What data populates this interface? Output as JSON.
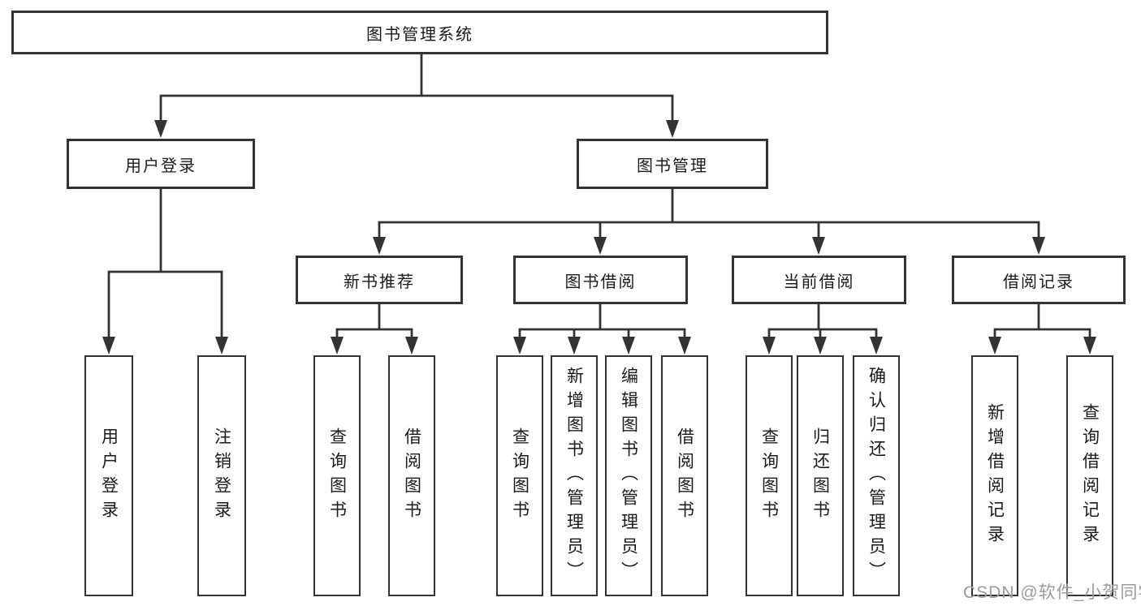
{
  "tree": {
    "root": {
      "label": "图书管理系统"
    },
    "branches": [
      {
        "label": "用户登录",
        "leaves": [
          {
            "label": "用户登录"
          },
          {
            "label": "注销登录"
          }
        ]
      },
      {
        "label": "图书管理",
        "groups": [
          {
            "label": "新书推荐",
            "leaves": [
              {
                "label": "查询图书"
              },
              {
                "label": "借阅图书"
              }
            ]
          },
          {
            "label": "图书借阅",
            "leaves": [
              {
                "label": "查询图书"
              },
              {
                "label": "新增图书（管理员）"
              },
              {
                "label": "编辑图书（管理员）"
              },
              {
                "label": "借阅图书"
              }
            ]
          },
          {
            "label": "当前借阅",
            "leaves": [
              {
                "label": "查询图书"
              },
              {
                "label": "归还图书"
              },
              {
                "label": "确认归还（管理员）"
              }
            ]
          },
          {
            "label": "借阅记录",
            "leaves": [
              {
                "label": "新增借阅记录"
              },
              {
                "label": "查询借阅记录"
              }
            ]
          }
        ]
      }
    ]
  },
  "watermark": {
    "text": "CSDN @软件_小贺同学"
  },
  "colors": {
    "line": "#333333",
    "text": "#1a1a1a",
    "background": "#ffffff",
    "watermark": "#9b9b9b"
  }
}
